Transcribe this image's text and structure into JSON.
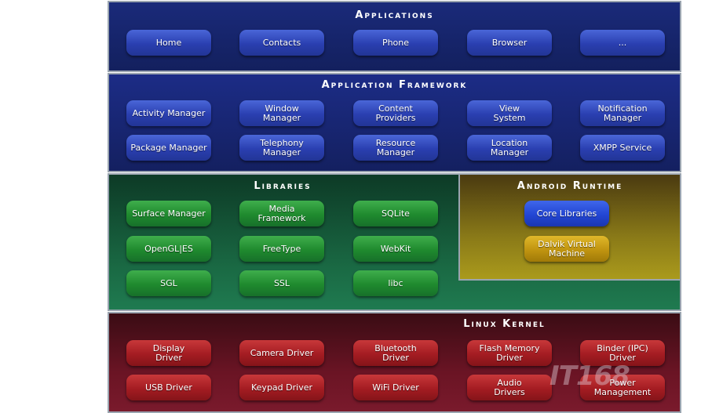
{
  "layers": {
    "applications": {
      "title": "Applications",
      "color": "blue",
      "items": [
        "Home",
        "Contacts",
        "Phone",
        "Browser",
        "..."
      ]
    },
    "framework": {
      "title": "Application Framework",
      "color": "blue",
      "items": [
        "Activity Manager",
        "Window\nManager",
        "Content\nProviders",
        "View\nSystem",
        "Notification\nManager",
        "Package Manager",
        "Telephony\nManager",
        "Resource\nManager",
        "Location\nManager",
        "XMPP Service"
      ]
    },
    "libraries": {
      "title": "Libraries",
      "color": "green",
      "items": [
        "Surface Manager",
        "Media\nFramework",
        "SQLite",
        "OpenGL|ES",
        "FreeType",
        "WebKit",
        "SGL",
        "SSL",
        "libc"
      ]
    },
    "runtime": {
      "title": "Android Runtime",
      "items": [
        "Core Libraries",
        "Dalvik Virtual\nMachine"
      ]
    },
    "kernel": {
      "title": "Linux Kernel",
      "color": "red",
      "items": [
        "Display\nDriver",
        "Camera Driver",
        "Bluetooth\nDriver",
        "Flash Memory\nDriver",
        "Binder (IPC)\nDriver",
        "USB Driver",
        "Keypad Driver",
        "WiFi Driver",
        "Audio\nDrivers",
        "Power\nManagement"
      ]
    }
  },
  "watermark": "IT168"
}
